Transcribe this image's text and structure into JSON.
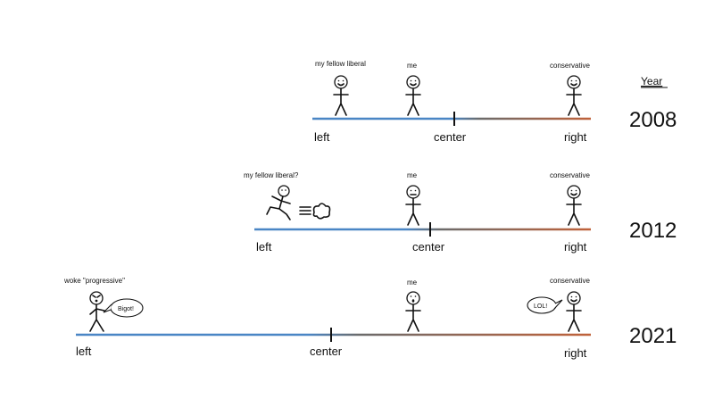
{
  "year_header": "Year",
  "rows": [
    {
      "year": "2008",
      "left_label": "left",
      "center_label": "center",
      "right_label": "right",
      "figures": {
        "liberal": "my fellow liberal",
        "me": "me",
        "conservative": "conservative"
      }
    },
    {
      "year": "2012",
      "left_label": "left",
      "center_label": "center",
      "right_label": "right",
      "figures": {
        "liberal": "my fellow liberal?",
        "me": "me",
        "conservative": "conservative"
      }
    },
    {
      "year": "2021",
      "left_label": "left",
      "center_label": "center",
      "right_label": "right",
      "figures": {
        "progressive": "woke \"progressive\"",
        "progressive_bubble": "Bigot!",
        "me": "me",
        "conservative": "conservative",
        "conservative_bubble": "LOL!"
      }
    }
  ],
  "colors": {
    "left_side": "#4a86c5",
    "right_side": "#c0623a",
    "ink": "#111111"
  }
}
